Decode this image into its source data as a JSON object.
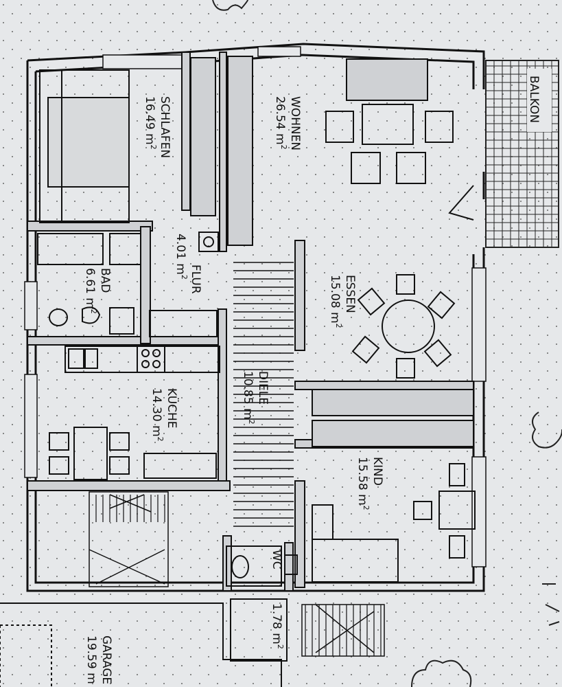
{
  "rooms": {
    "schlafen": {
      "name": "SCHLAFEN",
      "area": "16.49 m",
      "sup": "2"
    },
    "wohnen": {
      "name": "WOHNEN",
      "area": "26.54 m",
      "sup": "2"
    },
    "flur": {
      "name": "FLUR",
      "area": "4.01 m",
      "sup": "2"
    },
    "bad": {
      "name": "BAD",
      "area": "6.61 m",
      "sup": "2"
    },
    "essen": {
      "name": "ESSEN",
      "area": "15.08 m",
      "sup": "2"
    },
    "kueche": {
      "name": "KÜCHE",
      "area": "14.30 m",
      "sup": "2"
    },
    "diele": {
      "name": "DIELE",
      "area": "10.85 m",
      "sup": "2"
    },
    "kind": {
      "name": "KIND",
      "area": "15.58 m",
      "sup": "2"
    },
    "wc": {
      "name": "WC",
      "area": "1.78 m",
      "sup": "2"
    },
    "garage": {
      "name": "GARAGE",
      "area": "19.59 m",
      "sup": ""
    }
  },
  "balkon": "BALKON",
  "colors": {
    "paper": "#e6e8ea",
    "ink": "#111111",
    "fill": "#cfd1d4"
  }
}
